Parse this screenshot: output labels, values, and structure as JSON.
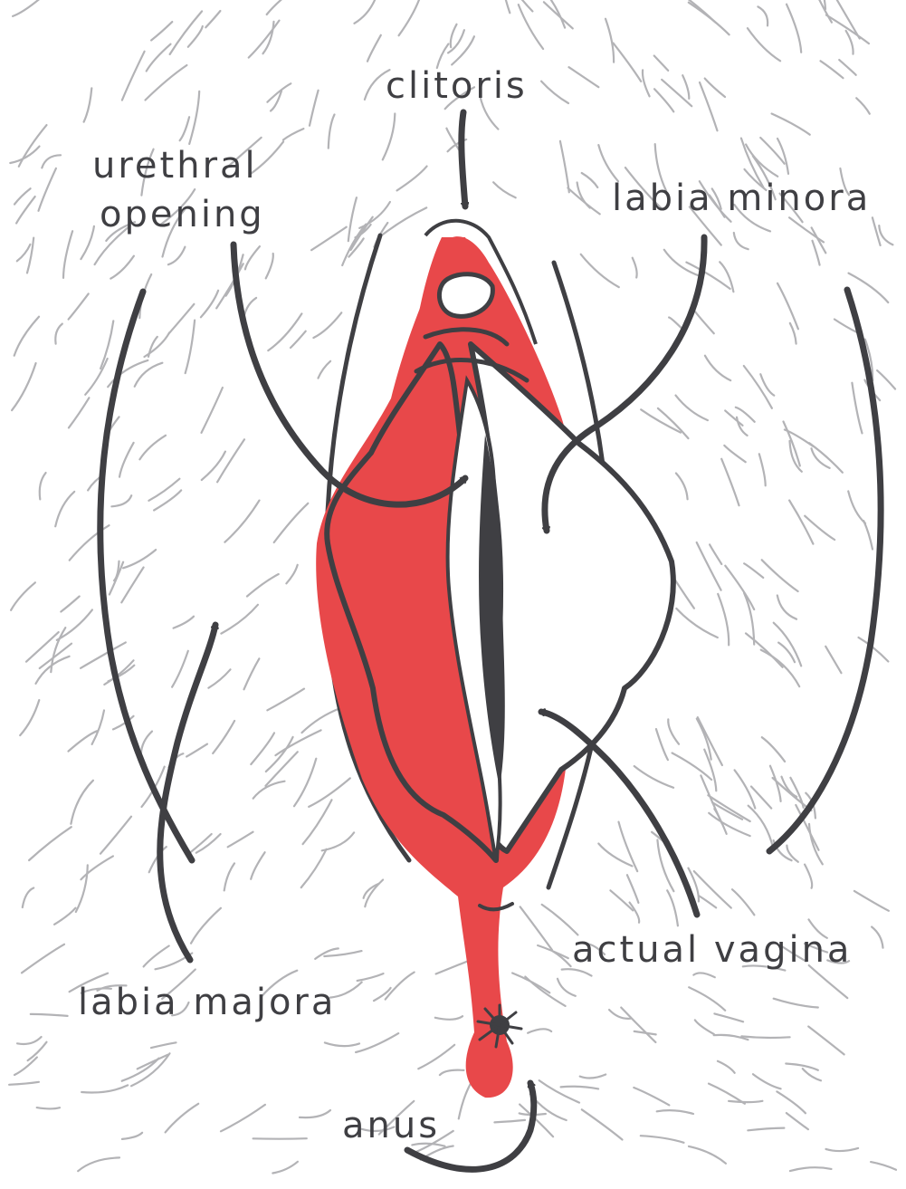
{
  "labels": {
    "clitoris": "clitoris",
    "urethral_opening_line1": "urethral",
    "urethral_opening_line2": "opening",
    "labia_minora": "labia minora",
    "labia_majora": "labia majora",
    "actual_vagina": "actual vagina",
    "anus": "anus"
  },
  "colors": {
    "ink": "#3f3f43",
    "hair": "#b3b3b6",
    "tissue_red": "#e8484a",
    "background": "#ffffff"
  }
}
